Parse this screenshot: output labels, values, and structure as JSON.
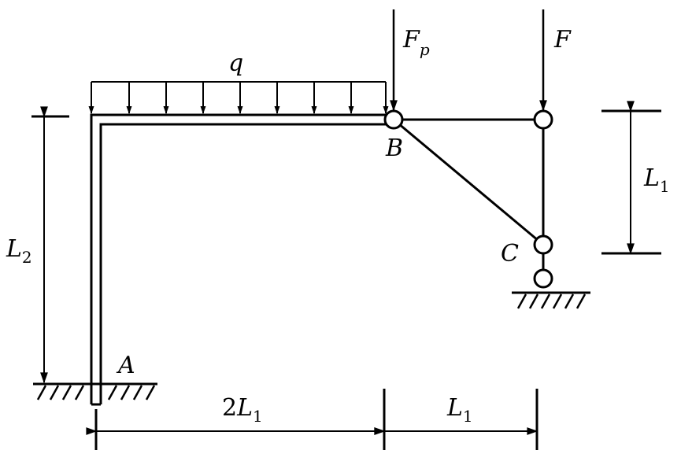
{
  "labels": {
    "q": "q",
    "fp_main": "F",
    "fp_sub": "p",
    "f": "F",
    "b": "B",
    "c": "C",
    "a": "A",
    "l1_right_main": "L",
    "l1_right_sub": "1",
    "l2_main": "L",
    "l2_sub": "2",
    "bottom_left_coef": "2",
    "bottom_left_main": "L",
    "bottom_left_sub": "1",
    "bottom_right_main": "L",
    "bottom_right_sub": "1"
  },
  "colors": {
    "line": "#000000",
    "background": "#ffffff"
  }
}
